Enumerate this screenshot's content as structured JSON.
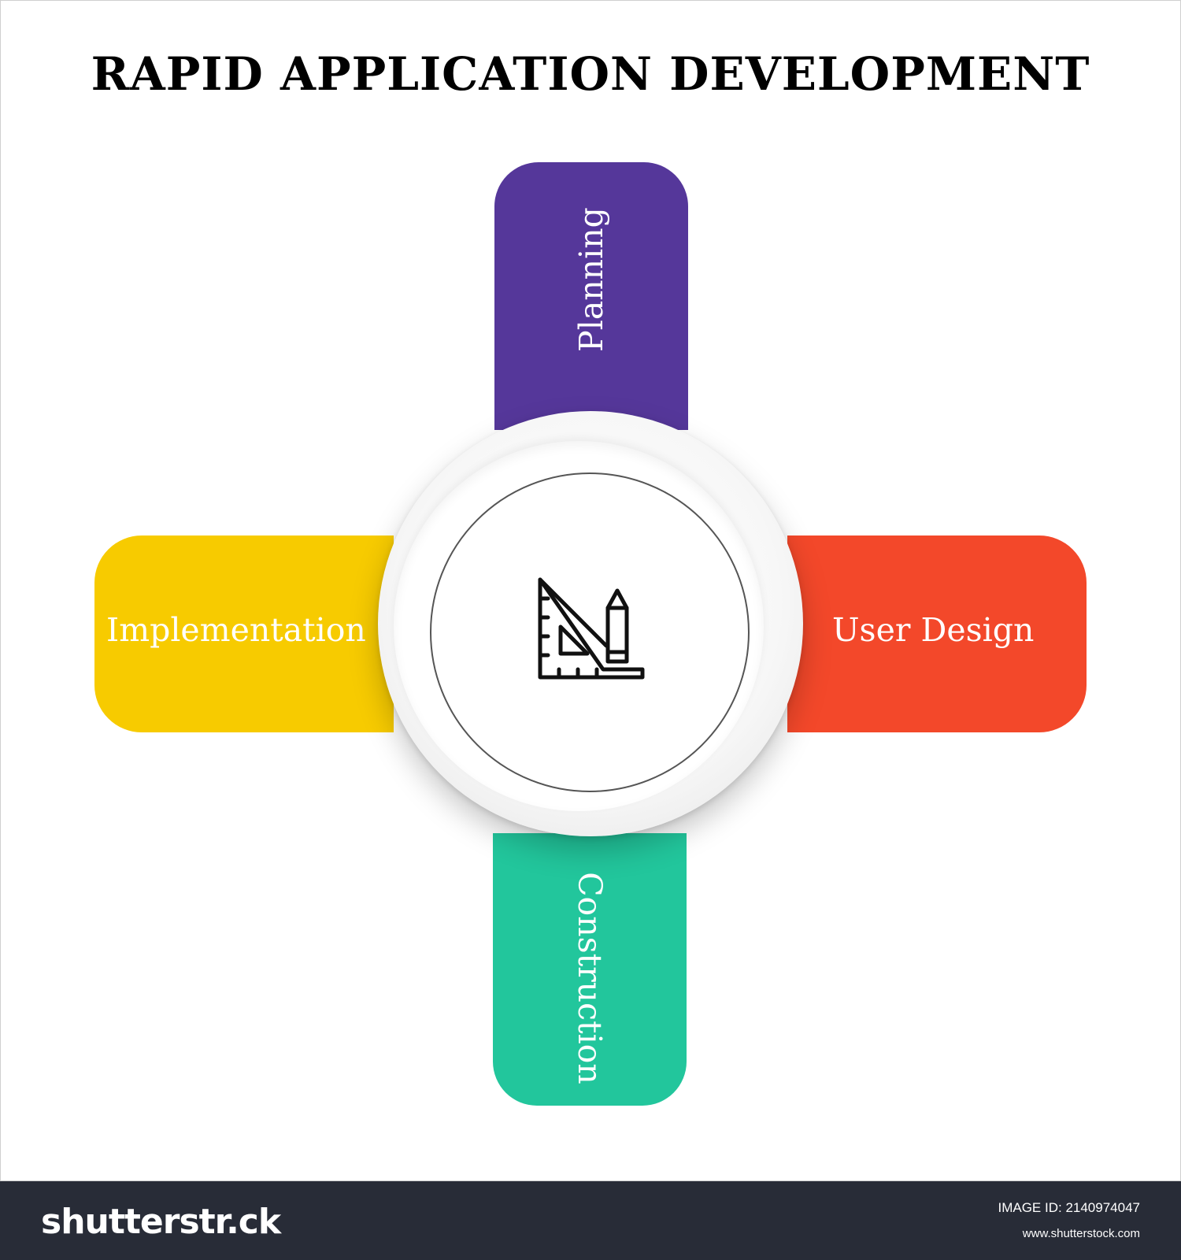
{
  "title": "RAPID APPLICATION DEVELOPMENT",
  "center": {
    "icon": "ruler-triangle-pencil-icon"
  },
  "steps": [
    {
      "label": "Planning",
      "color": "#55379a"
    },
    {
      "label": "User Design",
      "color": "#f3482a"
    },
    {
      "label": "Construction",
      "color": "#22c69c"
    },
    {
      "label": "Implementation",
      "color": "#f7cb00"
    }
  ],
  "footer": {
    "logo": "shutterstr.ck",
    "image_id": "IMAGE ID: 2140974047",
    "url": "www.shutterstock.com"
  }
}
